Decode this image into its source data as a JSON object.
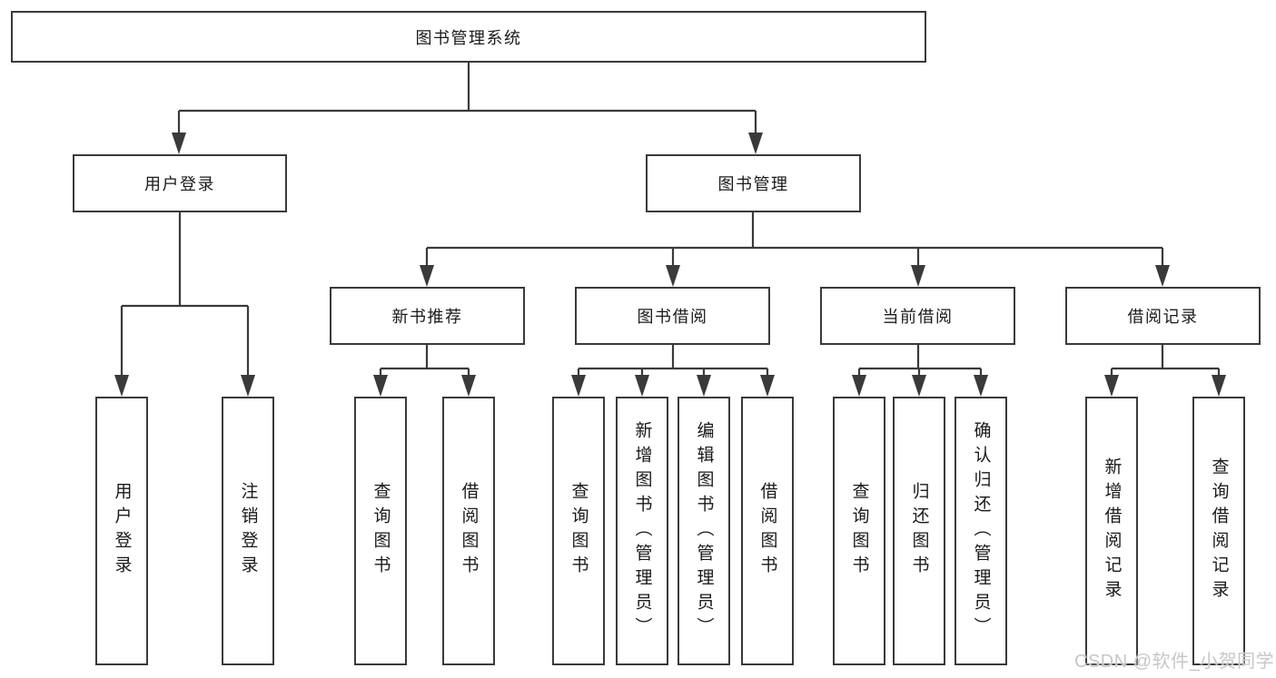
{
  "root_label": "图书管理系统",
  "level2": {
    "user_login": "用户登录",
    "book_management": "图书管理"
  },
  "level3": {
    "new_book_recommend": "新书推荐",
    "book_borrowing": "图书借阅",
    "current_borrowing": "当前借阅",
    "borrowing_records": "借阅记录"
  },
  "leaves": {
    "user_login": "用户登录",
    "logout": "注销登录",
    "recommend_query_books": "查询图书",
    "recommend_borrow_books": "借阅图书",
    "borrowing_query_books": "查询图书",
    "borrowing_add_books": "新增图书（管理员）",
    "borrowing_edit_books": "编辑图书（管理员）",
    "borrowing_borrow_books": "借阅图书",
    "current_query_books": "查询图书",
    "current_return_books": "归还图书",
    "current_confirm_return": "确认归还（管理员）",
    "records_add_record": "新增借阅记录",
    "records_query_record": "查询借阅记录"
  },
  "watermark": "CSDN @软件_小贺同学",
  "colors": {
    "line": "#3a3a3a",
    "text": "#1a1a1a",
    "watermark": "#c7c7c7"
  }
}
